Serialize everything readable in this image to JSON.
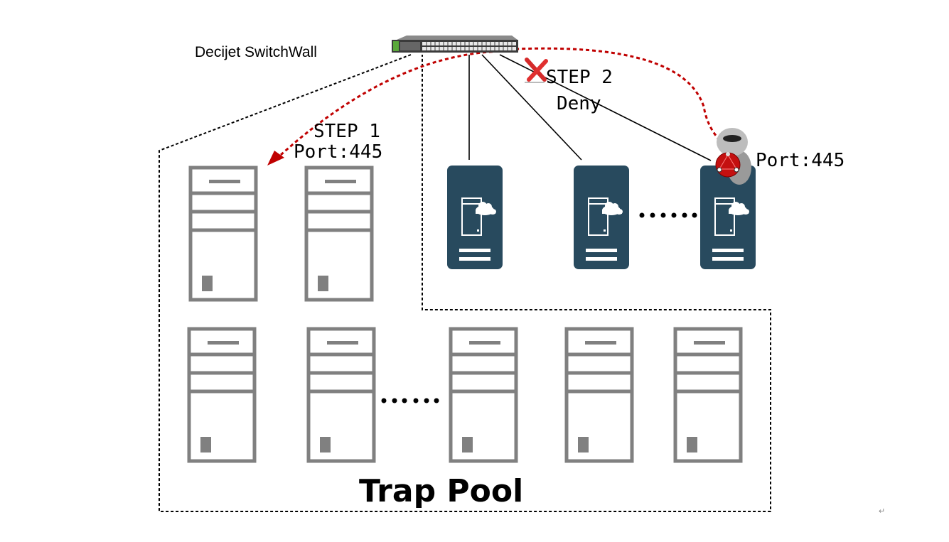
{
  "switch": {
    "label": "Decijet SwitchWall",
    "icon": "network-switch-icon"
  },
  "step1": {
    "title": "STEP 1",
    "port": "Port:445"
  },
  "step2": {
    "title": "STEP 2",
    "action": "Deny",
    "icon": "deny-x-icon"
  },
  "attacker": {
    "port": "Port:445",
    "icon": "hacker-icon"
  },
  "trap_pool": {
    "label": "Trap Pool",
    "server_icon": "decoy-server-icon",
    "upper_row_count": 2,
    "lower_row_count": 5,
    "ellipsis": "......"
  },
  "real_servers": {
    "server_icon": "cloud-server-icon",
    "count": 3,
    "ellipsis": "......"
  },
  "paragraph_mark": "↵",
  "colors": {
    "attack_path": "#c00000",
    "server_dark": "#284a5e",
    "decoy_gray": "#808080",
    "outline": "#000000"
  }
}
